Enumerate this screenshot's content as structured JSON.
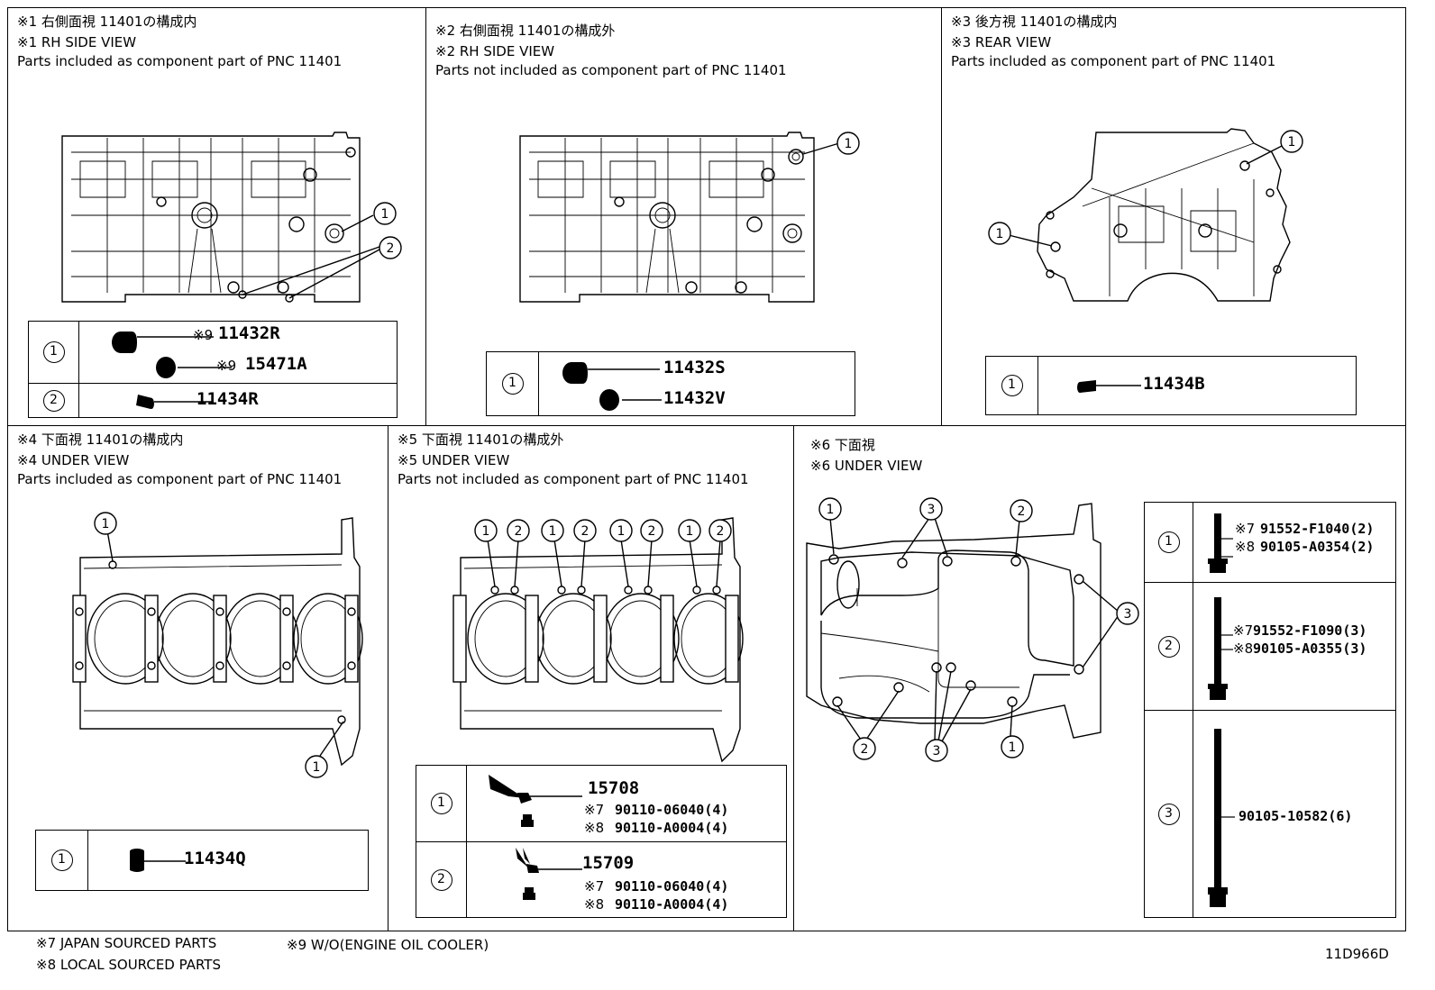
{
  "panels": {
    "p1": {
      "line1": "※1 右側面視 11401の構成内",
      "line2": "※1 RH SIDE VIEW",
      "line3": "Parts included as component part of PNC 11401"
    },
    "p2": {
      "line1": "※2 右側面視 11401の構成外",
      "line2": "※2 RH SIDE VIEW",
      "line3": "Parts not included as component part of PNC 11401"
    },
    "p3": {
      "line1": "※3 後方視 11401の構成内",
      "line2": "※3 REAR VIEW",
      "line3": "Parts included as component part of PNC 11401"
    },
    "p4": {
      "line1": "※4 下面視 11401の構成内",
      "line2": "※4 UNDER VIEW",
      "line3": "Parts included as component part of PNC 11401"
    },
    "p5": {
      "line1": "※5 下面視 11401の構成外",
      "line2": "※5 UNDER VIEW",
      "line3": "Parts not included as component part of PNC 11401"
    },
    "p6": {
      "line1": "※6 下面視",
      "line2": "※6 UNDER VIEW"
    }
  },
  "keys": {
    "k1": "1",
    "k2": "2",
    "k3": "3"
  },
  "tables": {
    "t1": {
      "r1a_mark": "※9",
      "r1a_pn": "11432R",
      "r1b_mark": "※9",
      "r1b_pn": "15471A",
      "r2_pn": "11434R"
    },
    "t2": {
      "r1a_pn": "11432S",
      "r1b_pn": "11432V"
    },
    "t3": {
      "r1_pn": "11434B"
    },
    "t4": {
      "r1_pn": "11434Q"
    },
    "t5": {
      "r1_pn": "15708",
      "r1_j_mark": "※7",
      "r1_j_pn": "90110-06040(4)",
      "r1_l_mark": "※8",
      "r1_l_pn": "90110-A0004(4)",
      "r2_pn": "15709",
      "r2_j_mark": "※7",
      "r2_j_pn": "90110-06040(4)",
      "r2_l_mark": "※8",
      "r2_l_pn": "90110-A0004(4)"
    },
    "t6": {
      "r1_j_mark": "※7",
      "r1_j_pn": "91552-F1040(2)",
      "r1_l_mark": "※8",
      "r1_l_pn": "90105-A0354(2)",
      "r2_j_mark": "※7",
      "r2_j_pn": "91552-F1090(3)",
      "r2_l_mark": "※8",
      "r2_l_pn": "90105-A0355(3)",
      "r3_pn": "90105-10582(6)"
    }
  },
  "footer": {
    "n7": "※7 JAPAN SOURCED PARTS",
    "n8": "※8 LOCAL SOURCED PARTS",
    "n9": "※9 W/O(ENGINE OIL COOLER)",
    "code": "11D966D"
  }
}
